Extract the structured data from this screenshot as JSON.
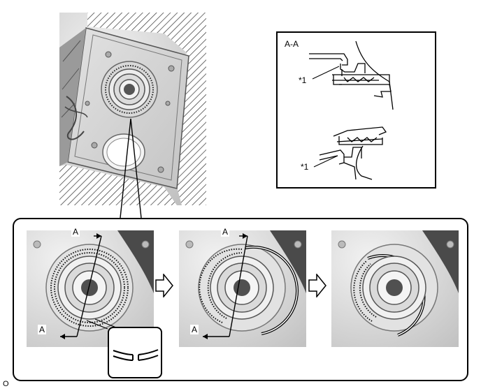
{
  "section_view": {
    "title": "A-A",
    "callouts": [
      "*1",
      "*1"
    ]
  },
  "steps": [
    {
      "cut_labels": [
        "A",
        "A"
      ]
    },
    {
      "cut_labels": [
        "A",
        "A"
      ]
    },
    {
      "cut_labels": []
    }
  ],
  "footer_code": "O"
}
